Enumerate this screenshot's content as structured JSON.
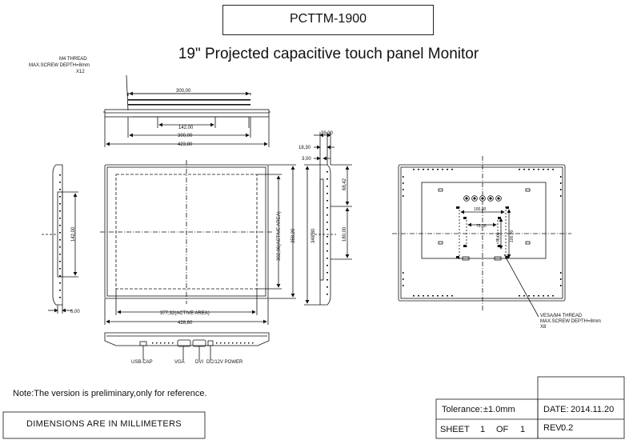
{
  "header": {
    "model": "PCTTM-1900",
    "title": "19\" Projected capacitive touch panel Monitor"
  },
  "notes": {
    "top_thread_line1": "M4 THREAD",
    "top_thread_line2": "MAX.SCREW DEPTH=8mm",
    "top_thread_line3": "X12",
    "vesa_line1": "VESA/M4 THREAD",
    "vesa_line2": "MAX.SCREW DEPTH=8mm",
    "vesa_line3": "X8",
    "preliminary": "Note:The version is preliminary,only for reference.",
    "units": "DIMENSIONS ARE IN MILLIMETERS"
  },
  "dimensions": {
    "top_300_upper": "300,00",
    "top_142": "142,00",
    "top_300_lower": "300,00",
    "top_423": "423,80",
    "side_left_142": "142,00",
    "side_left_6": "6,00",
    "front_active_h": "302,06(ACTIVE AREA)",
    "front_358": "358,20",
    "front_active_w": "377,32(ACTIVE AREA)",
    "front_428": "428,80",
    "side_39": "39,30",
    "side_18": "18,30",
    "side_3": "3,00",
    "side_348": "348,80",
    "side_68": "68,42",
    "side_180": "180,00",
    "rear_100h": "100,00",
    "rear_75h": "75,00",
    "rear_75v": "75,00",
    "rear_100v": "100,00"
  },
  "ports": {
    "usb": "USB-CAP",
    "vga": "VGA",
    "dvi": "DVI",
    "power": "DC/12V POWER"
  },
  "title_block": {
    "tolerance_label": "Tolerance:",
    "tolerance_value": "±1.0mm",
    "date_label": "DATE:",
    "date_value": "2014.11.20",
    "sheet_label": "SHEET",
    "sheet_num": "1",
    "of_label": "OF",
    "sheet_total": "1",
    "rev_label": "REV:",
    "rev_value": "0.2"
  }
}
